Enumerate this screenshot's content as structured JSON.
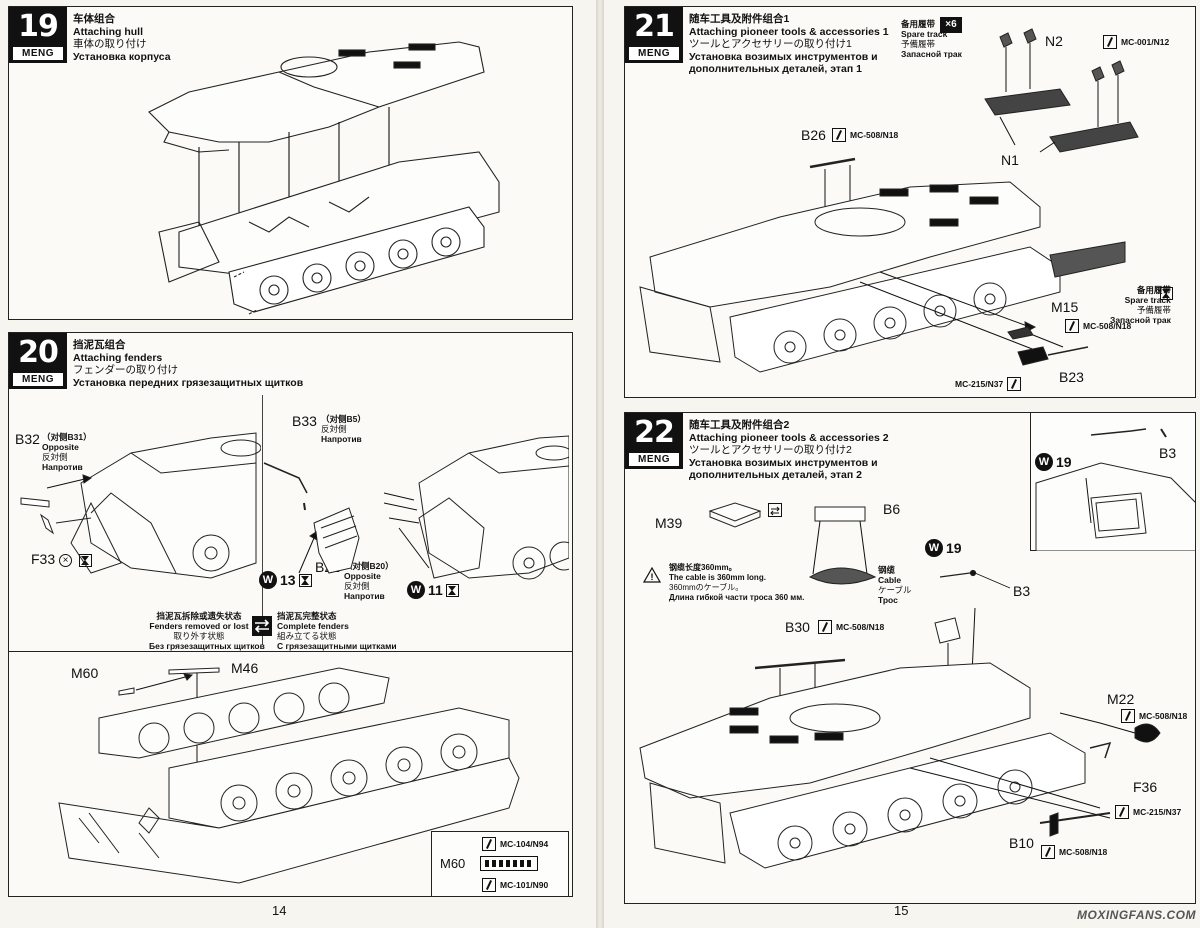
{
  "brand": "MENG",
  "left_page": {
    "page_number": "14",
    "step19": {
      "number": "19",
      "title_cn": "车体组合",
      "title_en": "Attaching hull",
      "title_jp": "車体の取り付け",
      "title_ru": "Установка корпуса"
    },
    "step20": {
      "number": "20",
      "title_cn": "挡泥瓦组合",
      "title_en": "Attaching fenders",
      "title_jp": "フェンダーの取り付け",
      "title_ru": "Установка передних грязезащитных щитков",
      "labels": {
        "b32": "B32",
        "b32_note_cn": "（对侧B31）",
        "b32_note_en": "Opposite",
        "b32_note_jp": "反対側",
        "b32_note_ru": "Напротив",
        "f33": "F33",
        "b33": "B33",
        "b33_note_cn": "（对侧B5）",
        "b33_note_jp": "反対側",
        "b33_note_ru": "Напротив",
        "b21": "B21",
        "b21_note_cn": "（对侧B20）",
        "b21_note_en": "Opposite",
        "b21_note_jp": "反対側",
        "b21_note_ru": "Напротив",
        "w13": "13",
        "w11": "11",
        "w_letter": "W",
        "m60": "M60",
        "m46": "M46",
        "m60_detail": "M60"
      },
      "legend_removed": {
        "cn": "挡泥瓦拆除或遗失状态",
        "en": "Fenders removed or lost",
        "jp": "取り外す状態",
        "ru": "Без грязезащитных щитков"
      },
      "legend_complete": {
        "cn": "挡泥瓦完整状态",
        "en": "Complete fenders",
        "jp": "組み立てる状態",
        "ru": "С грязезащитными щитками"
      },
      "paints": [
        "MC-104/N94",
        "MC-101/N90"
      ]
    }
  },
  "right_page": {
    "page_number": "15",
    "watermark": "MOXINGFANS.COM",
    "step21": {
      "number": "21",
      "title_cn": "随车工具及附件组合1",
      "title_en": "Attaching pioneer tools & accessories 1",
      "title_jp": "ツールとアクセサリーの取り付け1",
      "title_ru1": "Установка возимых инструментов и",
      "title_ru2": "дополнительных деталей, этап 1",
      "spare_track": {
        "cn": "备用履带",
        "en": "Spare track",
        "jp": "予備履帯",
        "ru": "Запасной трак",
        "multiplier": "×6"
      },
      "paint_top": "MC-001/N12",
      "labels": {
        "n2": "N2",
        "n1": "N1",
        "b26": "B26",
        "b26_paint": "MC-508/N18",
        "m15": "M15",
        "m15_paint": "MC-508/N18",
        "b23": "B23",
        "b23_paint": "MC-215/N37"
      },
      "spare_track_right": {
        "cn": "备用履带",
        "en": "Spare track",
        "jp": "予備履帯",
        "ru": "Запасной трак"
      }
    },
    "step22": {
      "number": "22",
      "title_cn": "随车工具及附件组合2",
      "title_en": "Attaching pioneer tools & accessories 2",
      "title_jp": "ツールとアクセサリーの取り付け2",
      "title_ru1": "Установка возимых инструментов и",
      "title_ru2": "дополнительных деталей, этап 2",
      "labels": {
        "m39": "M39",
        "b6": "B6",
        "cable_cn": "钢缆",
        "cable_en": "Cable",
        "cable_jp": "ケーブル",
        "cable_ru": "Трос",
        "w19": "19",
        "w_letter": "W",
        "b3_inset": "B3",
        "b3": "B3",
        "b30": "B30",
        "b30_paint": "MC-508/N18",
        "m22": "M22",
        "m22_paint": "MC-508/N18",
        "f36": "F36",
        "b10": "B10",
        "b10_paint": "MC-508/N18",
        "b10_paint_right": "MC-215/N37"
      },
      "cable_note": {
        "cn": "钢缆长度360mm。",
        "en": "The cable is 360mm long.",
        "jp": "360mmのケーブル。",
        "ru": "Длина гибкой части троса 360 мм."
      }
    }
  }
}
